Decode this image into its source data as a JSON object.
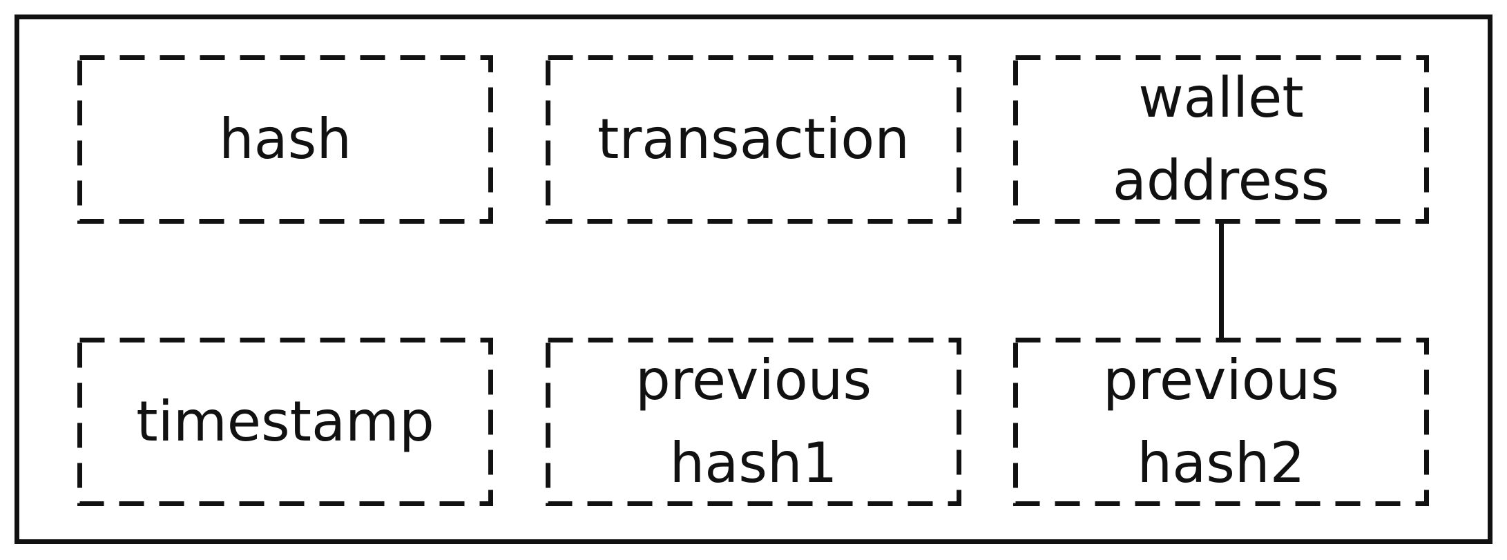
{
  "diagram": {
    "boxes": {
      "hash": {
        "label": "hash"
      },
      "transaction": {
        "label": "transaction"
      },
      "wallet_address": {
        "line1": "wallet",
        "line2": "address"
      },
      "timestamp": {
        "label": "timestamp"
      },
      "previous_hash1": {
        "line1": "previous",
        "line2": "hash1"
      },
      "previous_hash2": {
        "line1": "previous",
        "line2": "hash2"
      }
    },
    "connections": [
      {
        "from": "wallet_address",
        "to": "previous_hash2"
      }
    ],
    "colors": {
      "stroke": "#111111",
      "background": "#ffffff"
    }
  }
}
